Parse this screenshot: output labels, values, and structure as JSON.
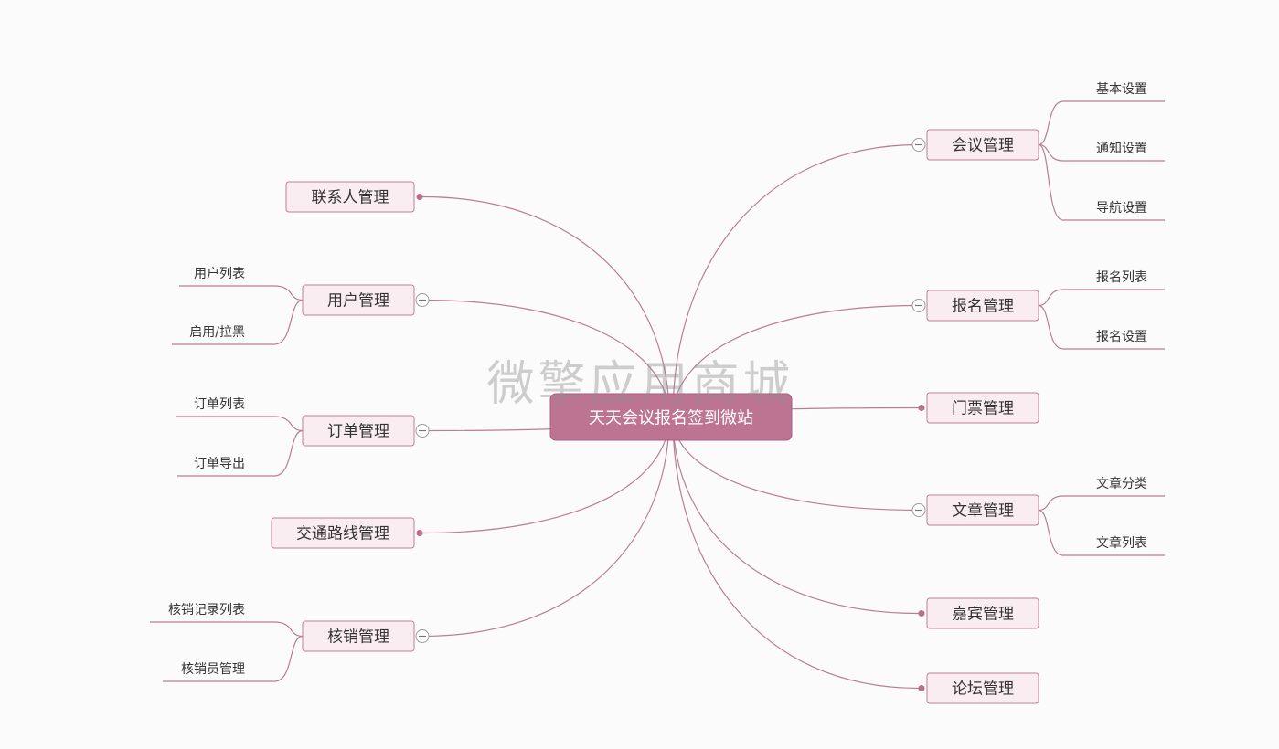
{
  "central_topic": "天天会议报名签到微站",
  "watermark": "微擎应用商城",
  "colors": {
    "central_fill": "#bd7493",
    "central_text": "#ffffff",
    "branch_fill": "#f9edf1",
    "branch_border": "#c07e98",
    "line": "#b97d94",
    "dot": "#b6708d",
    "collapse_border": "#9a9a9a",
    "text": "#333333",
    "watermark": "#8c8c8c"
  },
  "left_branches": [
    {
      "label": "联系人管理",
      "children": []
    },
    {
      "label": "用户管理",
      "children": [
        "用户列表",
        "启用/拉黑"
      ]
    },
    {
      "label": "订单管理",
      "children": [
        "订单列表",
        "订单导出"
      ]
    },
    {
      "label": "交通路线管理",
      "children": []
    },
    {
      "label": "核销管理",
      "children": [
        "核销记录列表",
        "核销员管理"
      ]
    }
  ],
  "right_branches": [
    {
      "label": "会议管理",
      "children": [
        "基本设置",
        "通知设置",
        "导航设置"
      ]
    },
    {
      "label": "报名管理",
      "children": [
        "报名列表",
        "报名设置"
      ]
    },
    {
      "label": "门票管理",
      "children": []
    },
    {
      "label": "文章管理",
      "children": [
        "文章分类",
        "文章列表"
      ]
    },
    {
      "label": "嘉宾管理",
      "children": []
    },
    {
      "label": "论坛管理",
      "children": []
    }
  ]
}
